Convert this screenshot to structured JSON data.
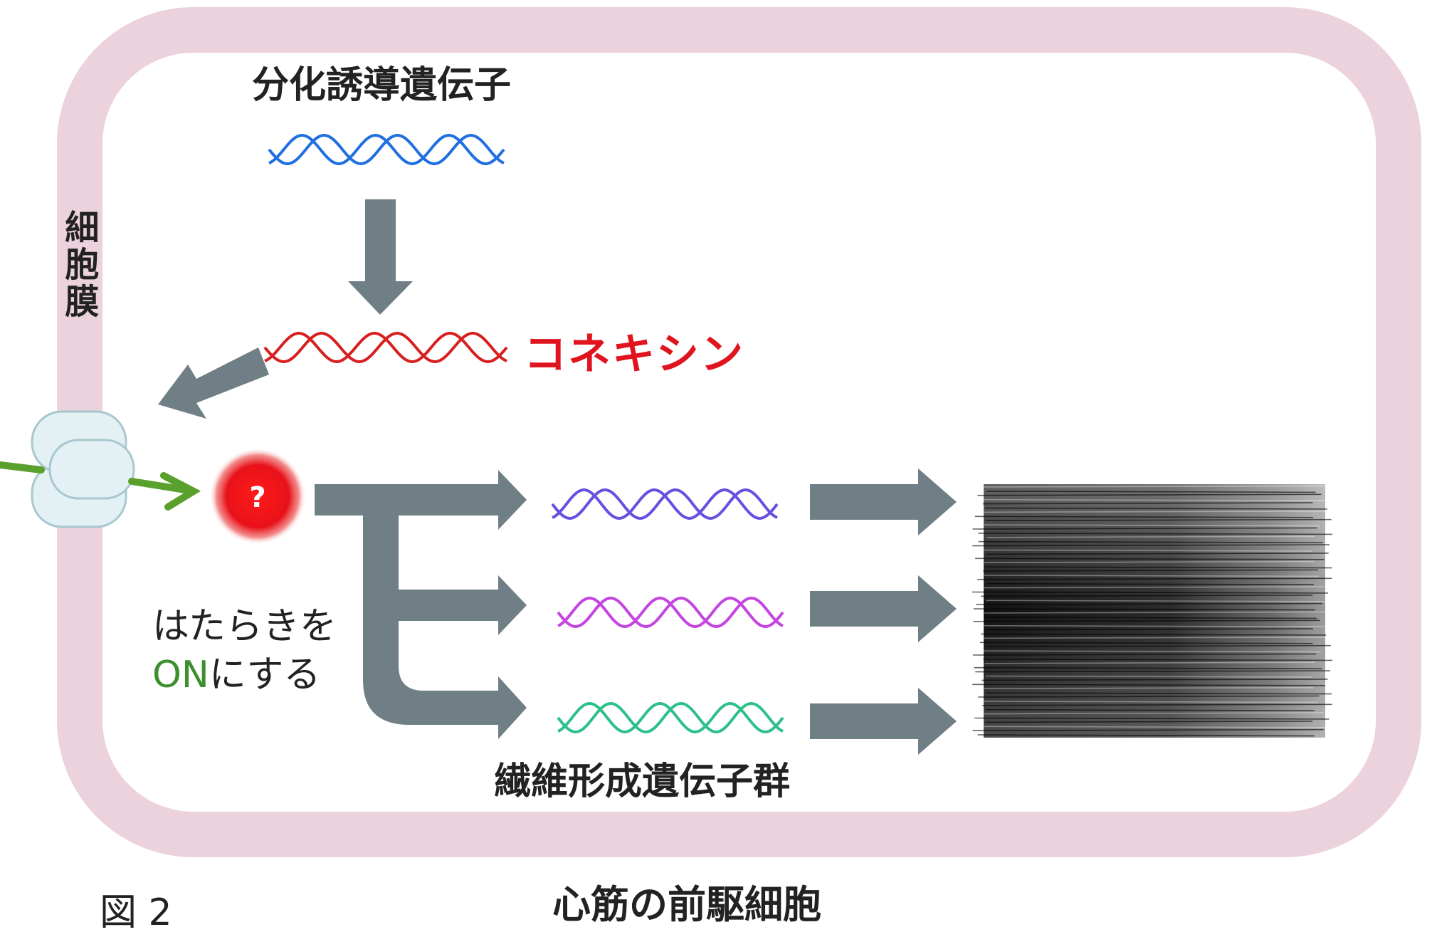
{
  "title_gene": "分化誘導遺伝子",
  "connexin_label": "コネキシン",
  "membrane_label": "細胞膜",
  "question_mark": "?",
  "activate_line1": "はたらきを",
  "activate_on": "ON",
  "activate_suffix": "にする",
  "fiber_genes_label": "繊維形成遺伝子群",
  "cell_label": "心筋の前駆細胞",
  "figure_label": "図 2",
  "colors": {
    "membrane": "#ecd2dd",
    "arrow": "#6f7f85",
    "dna_top": "#1f6fe0",
    "dna_connexin": "#d81f1f",
    "dna_fiber_1": "#6a4fe0",
    "dna_fiber_2": "#c445e0",
    "dna_fiber_3": "#2ec08a",
    "connexin_text": "#e0141e",
    "on_text": "#3b8f2c",
    "signal_arrow": "#5aa02c",
    "molecule": "#e8121a",
    "channel": "#e3f1f5"
  }
}
